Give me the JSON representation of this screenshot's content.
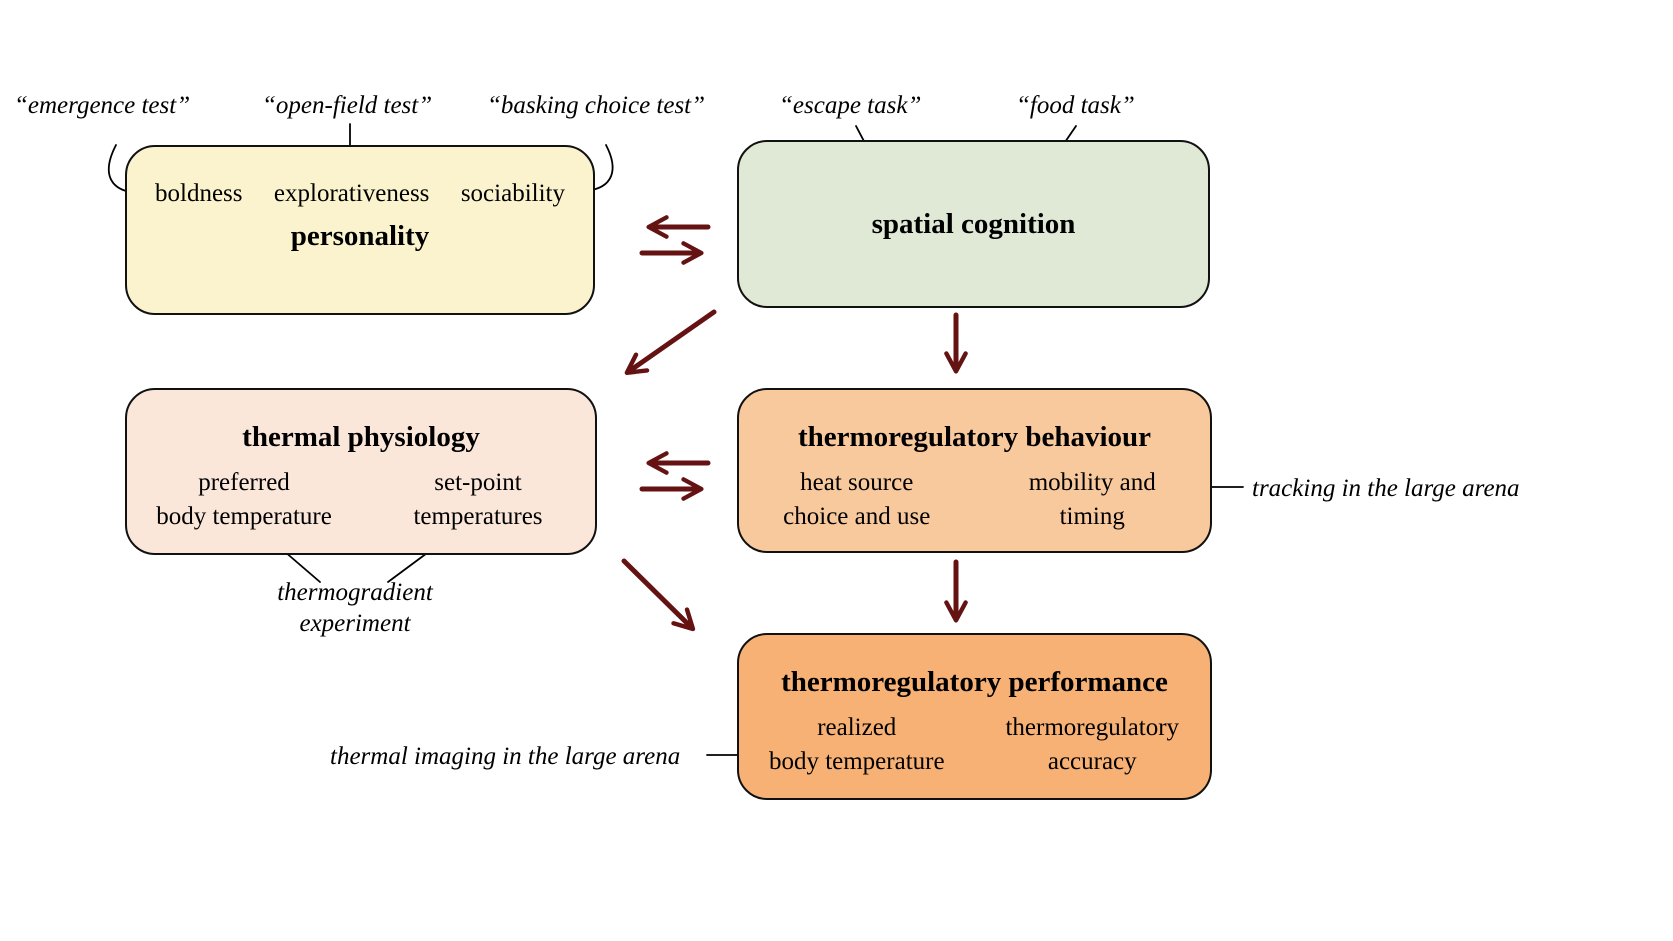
{
  "annotations": {
    "emergence_test": "“emergence test”",
    "open_field_test": "“open-field test”",
    "basking_choice_test": "“basking choice test”",
    "escape_task": "“escape task”",
    "food_task": "“food task”",
    "tracking": "tracking in the large arena",
    "thermogradient": "thermogradient\nexperiment",
    "thermal_imaging": "thermal imaging in the large arena"
  },
  "boxes": {
    "personality": {
      "title": "personality",
      "traits": [
        "boldness",
        "explorativeness",
        "sociability"
      ],
      "fill": "#faf3cd"
    },
    "spatial_cognition": {
      "title": "spatial cognition",
      "fill": "#dfe9d6"
    },
    "thermal_physiology": {
      "title": "thermal physiology",
      "items": [
        "preferred\nbody temperature",
        "set-point\ntemperatures"
      ],
      "fill": "#fbe7da"
    },
    "thermoregulatory_behaviour": {
      "title": "thermoregulatory behaviour",
      "items": [
        "heat source\nchoice and use",
        "mobility and\ntiming"
      ],
      "fill": "#f9c99e"
    },
    "thermoregulatory_performance": {
      "title": "thermoregulatory performance",
      "items": [
        "realized\nbody temperature",
        "thermoregulatory\naccuracy"
      ],
      "fill": "#f7b175"
    }
  },
  "colors": {
    "arrow_red": "#641212",
    "arrow_black": "#000000",
    "box_border": "#111111"
  }
}
